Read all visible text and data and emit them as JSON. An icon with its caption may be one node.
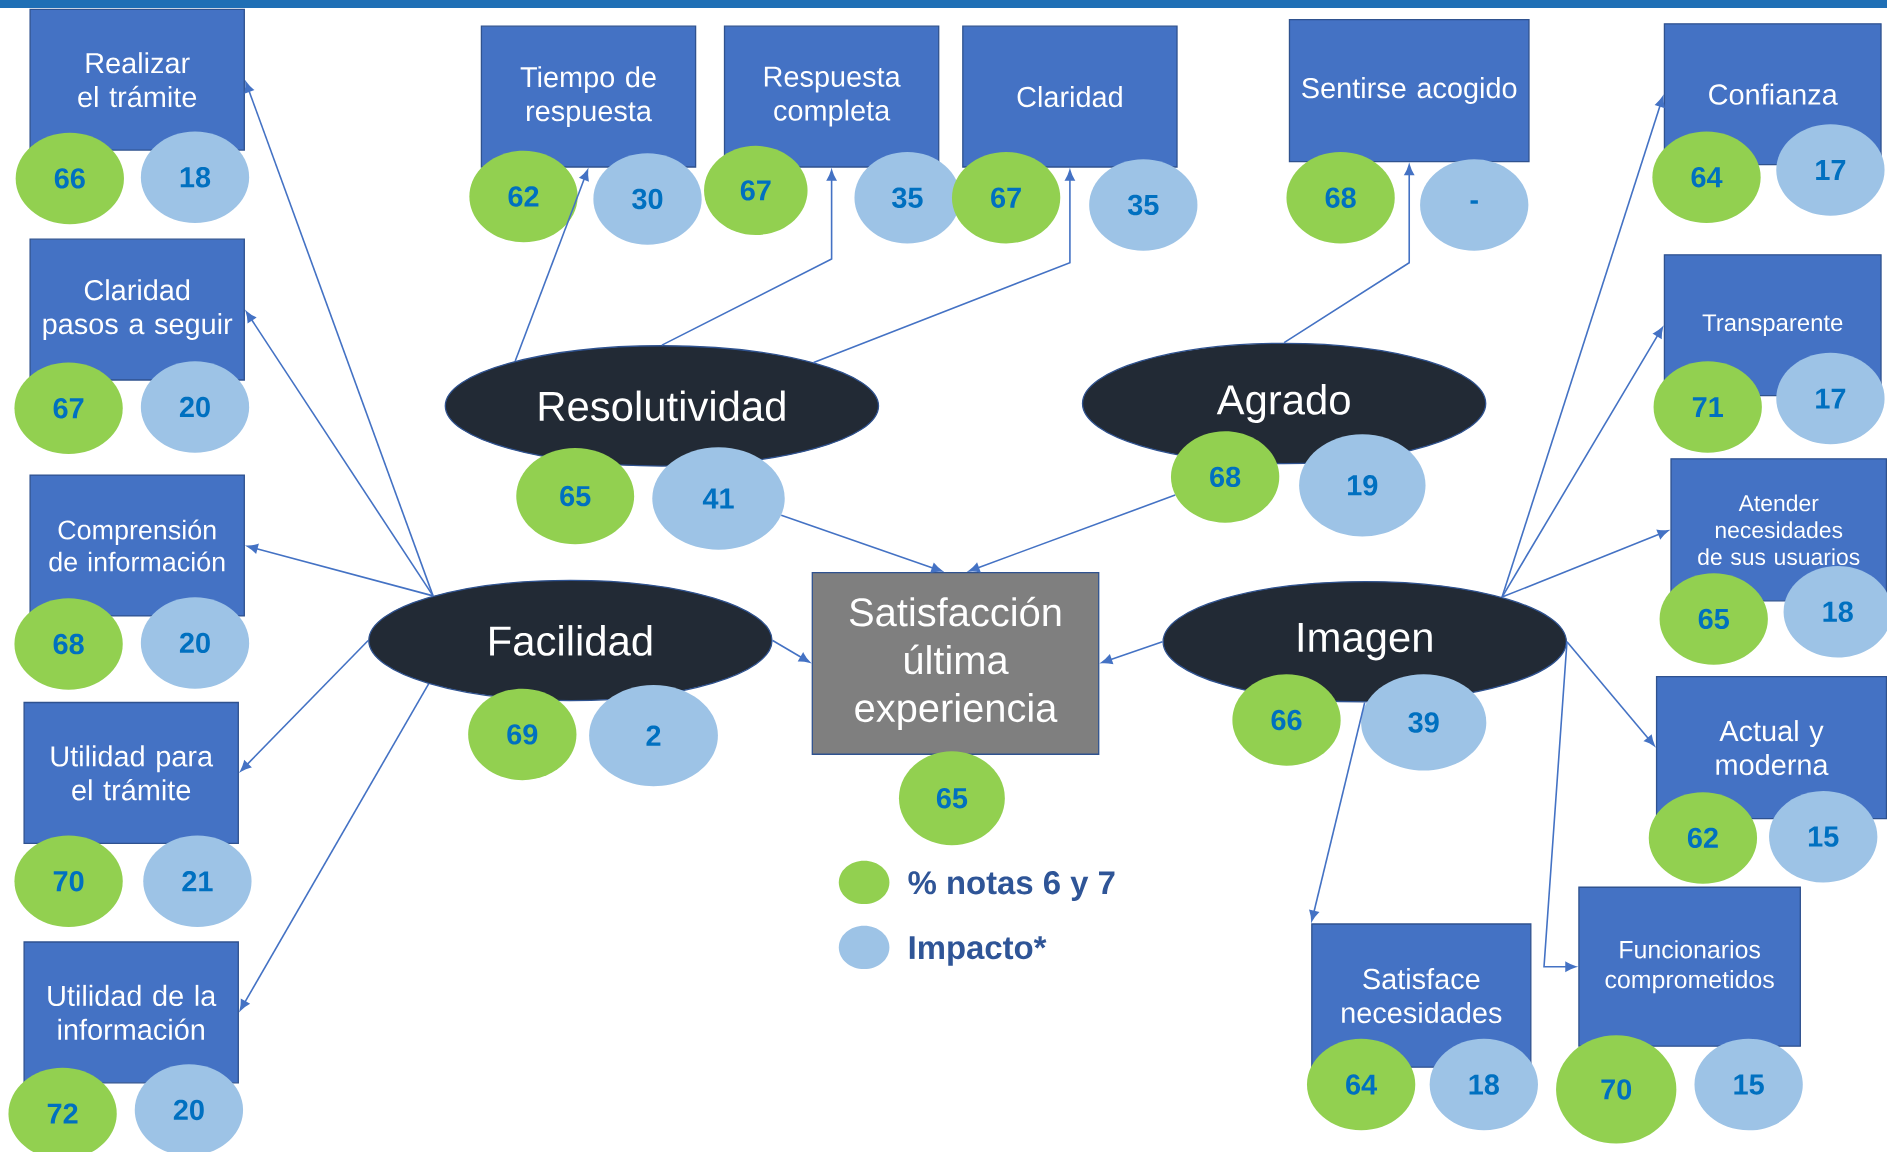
{
  "diagram": {
    "nodes": [
      {
        "text": [
          "Realizar el trámite"
        ]
      },
      {
        "text": [
          "66"
        ]
      },
      {
        "text": [
          "18"
        ]
      },
      {
        "text": [
          "Claridad pasos a seguir"
        ]
      },
      {
        "text": [
          "67"
        ]
      },
      {
        "text": [
          "20"
        ]
      },
      {
        "text": [
          "Comprensión de información"
        ]
      },
      {
        "text": [
          "68"
        ]
      },
      {
        "text": [
          "20"
        ]
      },
      {
        "text": [
          "Utilidad para el trámite"
        ]
      },
      {
        "text": [
          "70"
        ]
      },
      {
        "text": [
          "21"
        ]
      },
      {
        "text": [
          "Utilidad de la información"
        ]
      },
      {
        "text": [
          "72"
        ]
      },
      {
        "text": [
          "20"
        ]
      },
      {
        "text": [
          "Tiempo de respuesta"
        ]
      },
      {
        "text": [
          "62"
        ]
      },
      {
        "text": [
          "30"
        ]
      },
      {
        "text": [
          "Respuesta completa"
        ]
      },
      {
        "text": [
          "67"
        ]
      },
      {
        "text": [
          "35"
        ]
      },
      {
        "text": [
          "Claridad"
        ]
      },
      {
        "text": [
          "67"
        ]
      },
      {
        "text": [
          "35"
        ]
      },
      {
        "text": [
          "Sentirse acogido"
        ]
      },
      {
        "text": [
          "68"
        ]
      },
      {
        "text": [
          "-"
        ]
      },
      {
        "text": [
          "Resolutividad"
        ]
      },
      {
        "text": [
          "65"
        ]
      },
      {
        "text": [
          "41"
        ]
      },
      {
        "text": [
          "Agrado"
        ]
      },
      {
        "text": [
          "68"
        ]
      },
      {
        "text": [
          "19"
        ]
      },
      {
        "text": [
          "Facilidad"
        ]
      },
      {
        "text": [
          "69"
        ]
      },
      {
        "text": [
          "2"
        ]
      },
      {
        "text": [
          "Satisfacción última experiencia"
        ]
      },
      {
        "text": [
          "65"
        ]
      },
      {
        "text": [
          "Imagen"
        ]
      },
      {
        "text": [
          "66"
        ]
      },
      {
        "text": [
          "39"
        ]
      },
      {
        "text": [
          "Confianza"
        ]
      },
      {
        "text": [
          "64"
        ]
      },
      {
        "text": [
          "17"
        ]
      },
      {
        "text": [
          "Transparente"
        ]
      },
      {
        "text": [
          "71"
        ]
      },
      {
        "text": [
          "17"
        ]
      },
      {
        "text": [
          "Atender necesidades de sus usuarios"
        ]
      },
      {
        "text": [
          "65"
        ]
      },
      {
        "text": [
          "18"
        ]
      },
      {
        "text": [
          "Actual y moderna"
        ]
      },
      {
        "text": [
          "62"
        ]
      },
      {
        "text": [
          "15"
        ]
      },
      {
        "text": [
          "Funcionarios comprometidos"
        ]
      },
      {
        "text": [
          "70"
        ]
      },
      {
        "text": [
          "15"
        ]
      },
      {
        "text": [
          "Satisface necesidades"
        ]
      },
      {
        "text": [
          "64"
        ]
      },
      {
        "text": [
          "18"
        ]
      }
    ],
    "edges": [
      {
        "from": 33,
        "to": 0,
        "arrow": "to"
      },
      {
        "from": 33,
        "to": 3,
        "arrow": "to"
      },
      {
        "from": 33,
        "to": 6,
        "arrow": "to"
      },
      {
        "from": 33,
        "to": 9,
        "arrow": "to"
      },
      {
        "from": 33,
        "to": 12,
        "arrow": "to"
      },
      {
        "from": 33,
        "to": 36,
        "arrow": "to"
      },
      {
        "from": 27,
        "to": 15,
        "arrow": "to"
      },
      {
        "from": 27,
        "to": 18,
        "arrow": "to"
      },
      {
        "from": 27,
        "to": 21,
        "arrow": "to"
      },
      {
        "from": 29,
        "to": 36,
        "arrow": "to"
      },
      {
        "from": 30,
        "to": 24,
        "arrow": "to"
      },
      {
        "from": 31,
        "to": 36,
        "arrow": "to"
      },
      {
        "from": 38,
        "to": 41,
        "arrow": "to"
      },
      {
        "from": 38,
        "to": 44,
        "arrow": "to"
      },
      {
        "from": 38,
        "to": 47,
        "arrow": "to"
      },
      {
        "from": 38,
        "to": 50,
        "arrow": "to"
      },
      {
        "from": 38,
        "to": 53,
        "arrow": "to"
      },
      {
        "from": 38,
        "to": 56,
        "arrow": "to"
      },
      {
        "from": 38,
        "to": 36,
        "arrow": "to"
      }
    ],
    "legend": [
      {
        "text": "% notas 6 y 7",
        "color": "#92d050"
      },
      {
        "text": "Impacto*",
        "color": "#9dc3e6"
      }
    ]
  }
}
